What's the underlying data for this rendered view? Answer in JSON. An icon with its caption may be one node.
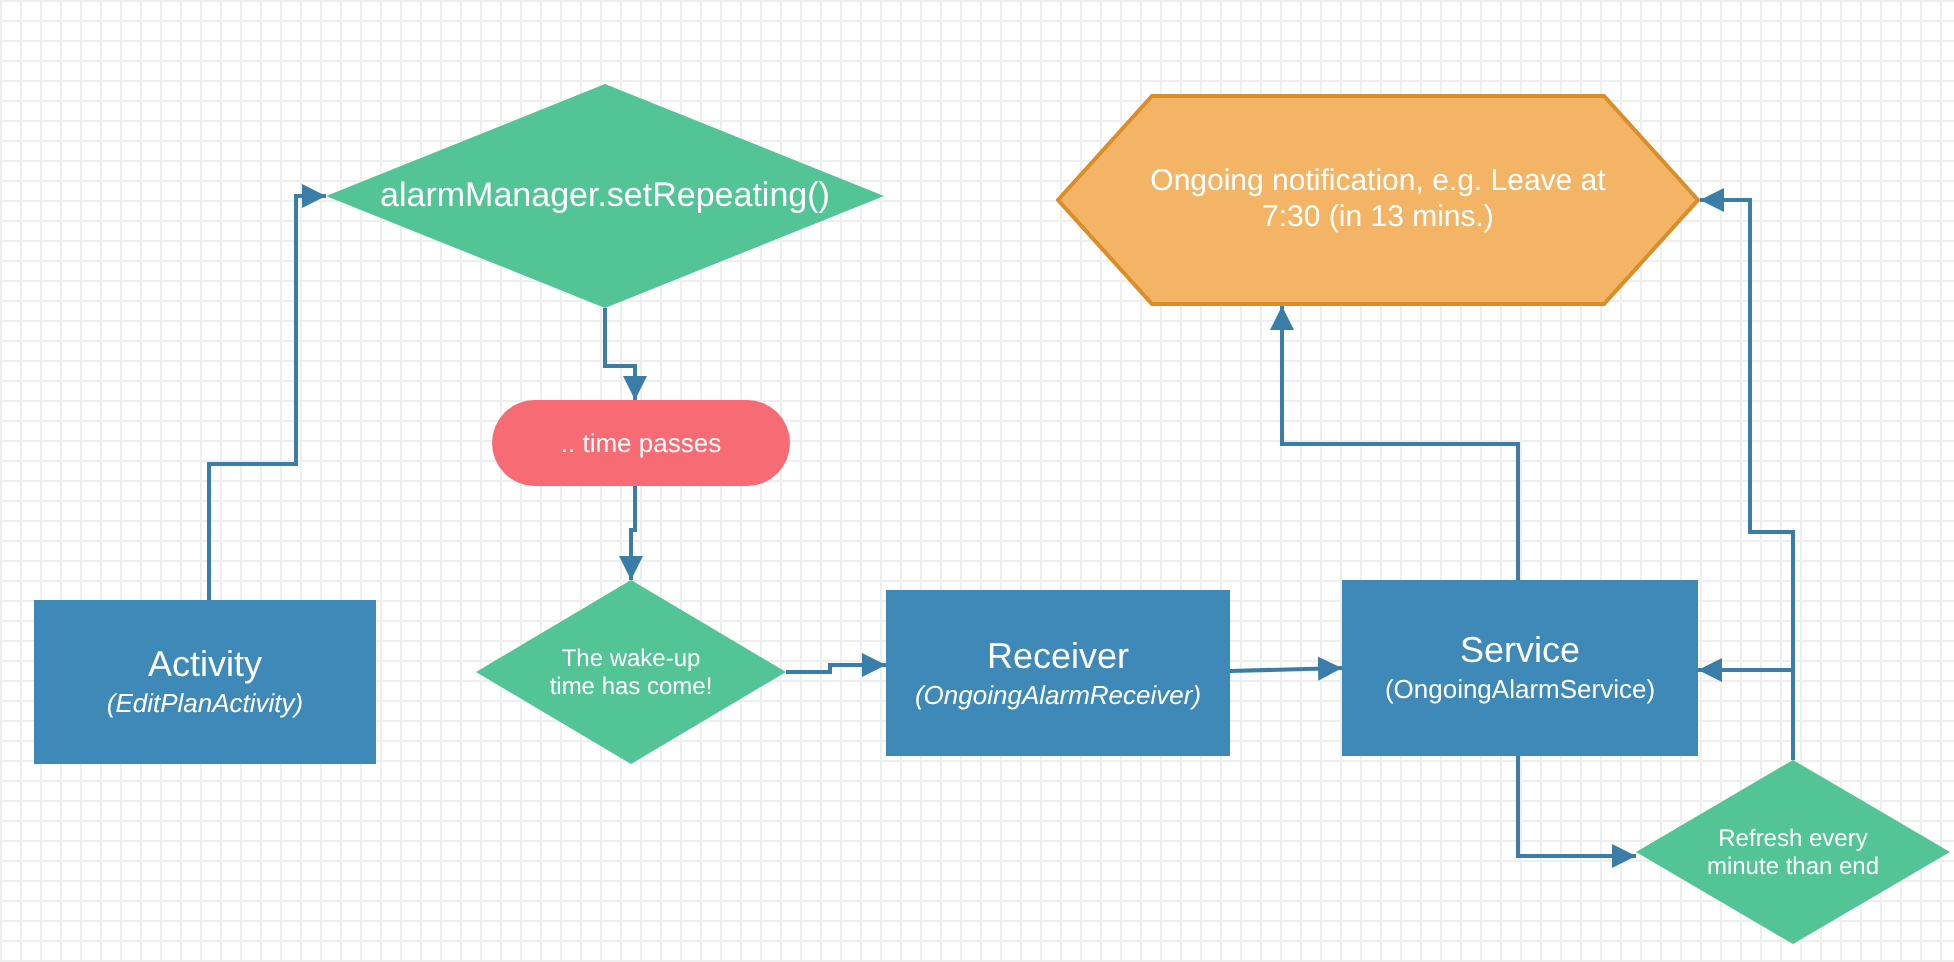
{
  "diagram": {
    "nodes": [
      {
        "text": [
          "Activity",
          "(EditPlanActivity)"
        ]
      },
      {
        "text": [
          "alarmManager.setRepeating()"
        ]
      },
      {
        "text": [
          ".. time passes"
        ]
      },
      {
        "text": [
          "The wake-up time has come!"
        ]
      },
      {
        "text": [
          "Receiver",
          "(OngoingAlarmReceiver)"
        ]
      },
      {
        "text": [
          "Service",
          "(OngoingAlarmService)"
        ]
      },
      {
        "text": [
          "Ongoing notification, e.g. Leave at 7:30 (in 13 mins.)"
        ]
      },
      {
        "text": [
          "Refresh every minute than end"
        ]
      }
    ],
    "edges": [
      {
        "from": 0,
        "to": 1,
        "arrow": "to"
      },
      {
        "from": 1,
        "to": 2,
        "arrow": "to"
      },
      {
        "from": 2,
        "to": 3,
        "arrow": "to"
      },
      {
        "from": 3,
        "to": 4,
        "arrow": "to"
      },
      {
        "from": 4,
        "to": 5,
        "arrow": "to"
      },
      {
        "from": 5,
        "to": 6,
        "arrow": "to"
      },
      {
        "from": 5,
        "to": 7,
        "arrow": "to"
      },
      {
        "from": 7,
        "to": 5,
        "arrow": "to"
      },
      {
        "from": 7,
        "to": 6,
        "arrow": "to"
      }
    ]
  }
}
